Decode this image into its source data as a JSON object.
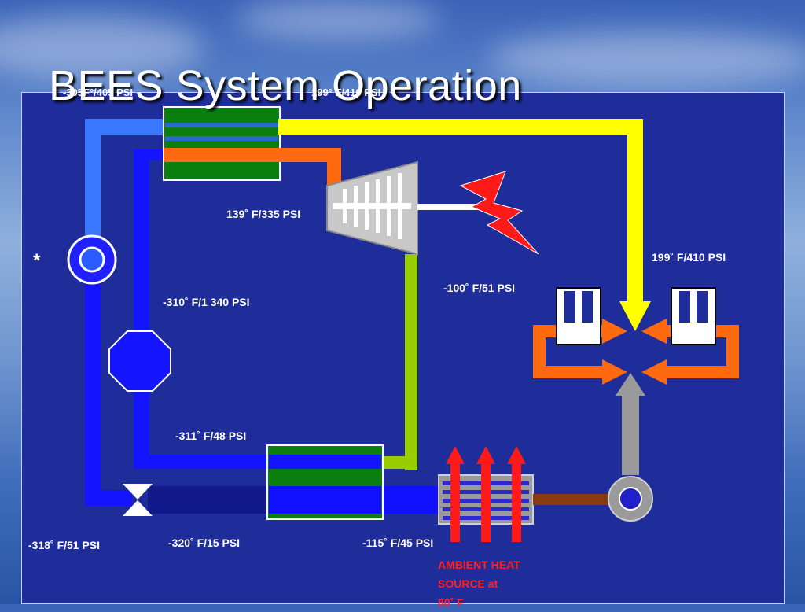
{
  "slide": {
    "title": "BEES System Operation"
  },
  "labels": {
    "top_left": "-305F°/405 PSI",
    "top_right": "199° F/410 PSI",
    "turbine_inlet": "139˚ F/335 PSI",
    "right_side": "199˚ F/410 PSI",
    "turbine_outlet": "-100˚ F/51 PSI",
    "pump_outlet": "-310˚ F/1 340 PSI",
    "lower_exchanger_in": "-311˚ F/48 PSI",
    "valve": "-318˚ F/51 PSI",
    "bottom_pipe": "-320˚ F/15 PSI",
    "heater_inlet": "-115˚ F/45 PSI",
    "ambient_line1": "AMBIENT HEAT",
    "ambient_line2": "SOURCE at",
    "ambient_line3": "80˚ F",
    "asterisk": "*"
  },
  "colors": {
    "background_panel": "#1f2d9a",
    "light_blue_pipe": "#3a78ff",
    "blue_pipe": "#1414ff",
    "yellow_pipe": "#ffff00",
    "orange_pipe": "#ff6a10",
    "green_pipe": "#9acd00",
    "gray_pipe": "#9a9a9a",
    "brown_pipe": "#8b3a10",
    "heat_exchanger": "#0a7f10",
    "ambient_text": "#ff2020"
  }
}
